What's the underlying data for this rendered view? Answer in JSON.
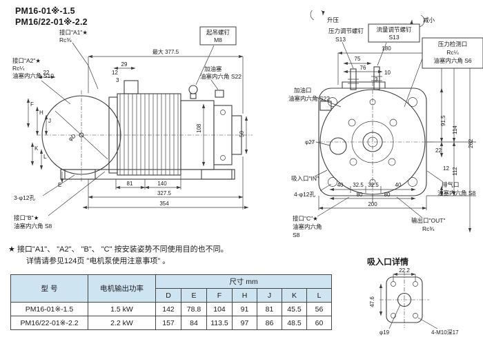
{
  "title": {
    "line1": "PM16-01※-1.5",
    "line2": "PM16/22-01※-2.2"
  },
  "left": {
    "a1_l1": "接口\"A1\"★",
    "a1_l2": "Rc⅜",
    "lift_l1": "起吊螺钉",
    "lift_l2": "M8",
    "max_len": "最大 377.5",
    "d29": "29",
    "d12": "12",
    "d3": "3",
    "d22": "22",
    "a2_l1": "接口\"A2\"★",
    "a2_l2": "Rc¼",
    "a2_l3": "油塞内六角 S10",
    "fill_l1": "加油塞",
    "fill_l2": "油塞内六角 S22",
    "dF": "F",
    "dH": "H",
    "dJ": "J",
    "dK": "K",
    "dL": "L",
    "dPhiD": "φD",
    "dE": "E",
    "d108": "108",
    "d50": "50",
    "d81": "81",
    "d140": "140",
    "d3275": "327.5",
    "d354": "354",
    "holes": "3-φ12孔",
    "b_l1": "接口\"B\"★",
    "b_l2": "油塞内六角 S8"
  },
  "right": {
    "up": "升压",
    "down": "减小",
    "pres_l1": "压力调节螺钉",
    "pres_l2": "S13",
    "flow_l1": "流量调节螺钉",
    "flow_l2": "S13",
    "det_l1": "压力检测口",
    "det_l2": "Rc¼",
    "det_l3": "油塞内六角 S6",
    "d180": "180",
    "d75": "75",
    "d76": "76",
    "d10": "10",
    "d3": "3",
    "oil_l1": "加油口",
    "oil_l2": "油塞内六角 S22",
    "d27": "φ27",
    "d915": "91.5",
    "d114": "114",
    "d262": "262",
    "d22": "22",
    "d112": "112",
    "d12": "12",
    "in_port": "吸入口\"IN\"",
    "holes": "4-φ12孔",
    "d40a": "40",
    "d325a": "32.5",
    "d325b": "32.5",
    "d40b": "40",
    "d80a": "80",
    "d80b": "80",
    "d200": "200",
    "exh_l1": "排气口",
    "exh_l2": "油塞内六角 S8",
    "c_l1": "接口\"C\"★",
    "c_l2": "油塞内六角",
    "c_l3": "S8",
    "out_l1": "输出口\"OUT\"",
    "out_l2": "Rc¾"
  },
  "note": {
    "star": "★",
    "line1": "接口\"A1\"、 \"A2\"、 \"B\"、 \"C\" 按安装姿势不同使用目的也不同。",
    "line2": "详情请参见124页 \"电机泵使用注意事项\" 。"
  },
  "table": {
    "col_model": "型 号",
    "col_power": "电机输出功率",
    "col_dims": "尺寸  mm",
    "dim_headers": [
      "D",
      "E",
      "F",
      "H",
      "J",
      "K",
      "L"
    ],
    "rows": [
      {
        "model": "PM16-01※-1.5",
        "power": "1.5 kW",
        "dims": [
          "142",
          "78.8",
          "104",
          "91",
          "81",
          "45.5",
          "56"
        ]
      },
      {
        "model": "PM16/22-01※-2.2",
        "power": "2.2 kW",
        "dims": [
          "157",
          "84",
          "113.5",
          "97",
          "86",
          "48.5",
          "60"
        ]
      }
    ]
  },
  "detail": {
    "heading": "吸入口详情",
    "d222": "22.2",
    "d476": "47.6",
    "d19": "φ19",
    "bolt": "4-M10深17"
  },
  "colors": {
    "table_header_bg": "#cfe4f1",
    "line": "#3c3c3c"
  }
}
